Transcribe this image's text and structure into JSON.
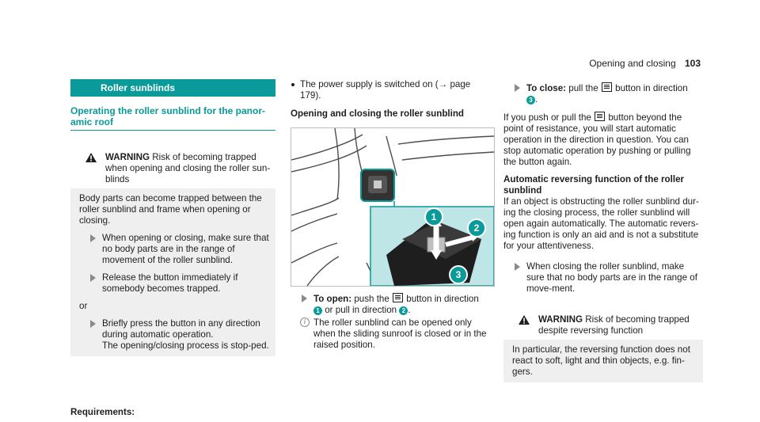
{
  "header": {
    "section": "Opening and closing",
    "page": "103"
  },
  "col1": {
    "bar": "Roller sunblinds",
    "subheading": "Operating the roller sunblind for the panor-amic roof",
    "warning": {
      "label": "WARNING",
      "title": "Risk of becoming trapped when opening and closing the roller sun-blinds",
      "body": "Body parts can become trapped between the roller sunblind and frame when opening or closing."
    },
    "steps": [
      "When opening or closing, make sure that no body parts are in the range of movement of the roller sunblind.",
      "Release the button immediately if somebody becomes trapped."
    ],
    "or": "or",
    "step3": "Briefly press the button in any direction during automatic operation.",
    "step3b": "The opening/closing process is stop-ped.",
    "requirements": "Requirements:"
  },
  "col2": {
    "bullet": "The power supply is switched on (→ page 179).",
    "heading": "Opening and closing the roller sunblind",
    "figure": {
      "c1": "1",
      "c2": "2",
      "c3": "3"
    },
    "step_open_label": "To open:",
    "step_open_a": "push the",
    "step_open_b": "button in direction",
    "step_open_c": "or pull in direction",
    "n1": "1",
    "n2": "2",
    "note": "The roller sunblind can be opened only when the sliding sunroof is closed or in the raised position."
  },
  "col3": {
    "step_close_label": "To close:",
    "step_close_a": "pull the",
    "step_close_b": "button in direction",
    "n3": "3",
    "para1": "If you push or pull the",
    "para1b": "button beyond the point of resistance, you will start automatic operation in the direction in question. You can stop automatic operation by pushing or pulling the button again.",
    "heading": "Automatic reversing function of the roller sunblind",
    "para2": "If an object is obstructing the roller sunblind dur-ing the closing process, the roller sunblind will open again automatically. The automatic revers-ing function is only an aid and is not a substitute for your attentiveness.",
    "step": "When closing the roller sunblind, make sure that no body parts are in the range of move-ment.",
    "warning": {
      "label": "WARNING",
      "title": "Risk of becoming trapped despite reversing function",
      "body": "In particular, the reversing function does not react to soft, light and thin objects, e.g. fin-gers."
    }
  },
  "colors": {
    "accent": "#0a9a9a",
    "warn_bg": "#efefef"
  }
}
